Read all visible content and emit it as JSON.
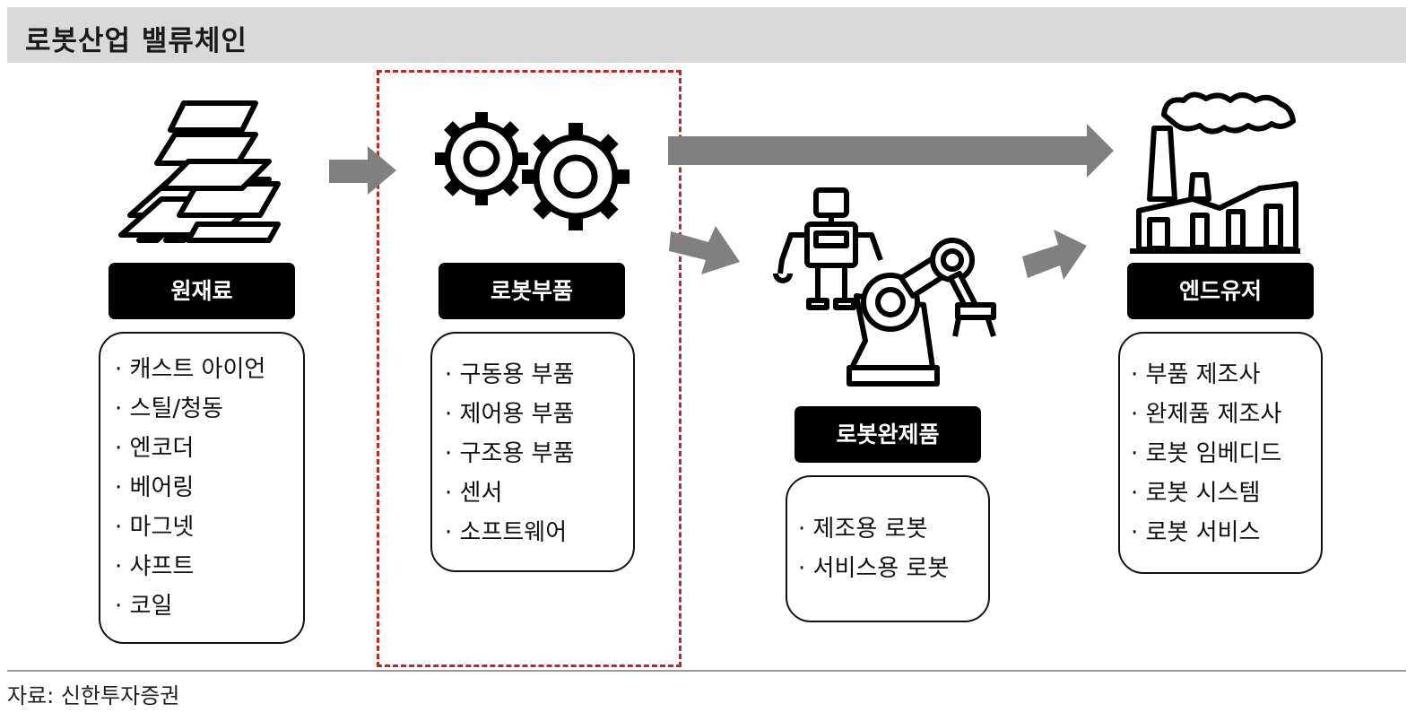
{
  "title": "로봇산업 밸류체인",
  "stages": [
    {
      "label": "원재료",
      "items": [
        "캐스트 아이언",
        "스틸/청동",
        "엔코더",
        "베어링",
        "마그넷",
        "샤프트",
        "코일"
      ]
    },
    {
      "label": "로봇부품",
      "items": [
        "구동용 부품",
        "제어용 부품",
        "구조용 부품",
        "센서",
        "소프트웨어"
      ]
    },
    {
      "label": "로봇완제품",
      "items": [
        "제조용 로봇",
        "서비스용 로봇"
      ]
    },
    {
      "label": "엔드유저",
      "items": [
        "부품 제조사",
        "완제품 제조사",
        "로봇 임베디드",
        "로봇 시스템",
        "로봇 서비스"
      ]
    }
  ],
  "icons": [
    "steel-beams-icon",
    "gears-icon",
    "robot-icon",
    "factory-icon"
  ],
  "colors": {
    "title_bar": "#d9d9d9",
    "highlight_border": "#b52a25",
    "arrow": "#808080",
    "label_bg": "#000000"
  },
  "source": "자료: 신한투자증권"
}
